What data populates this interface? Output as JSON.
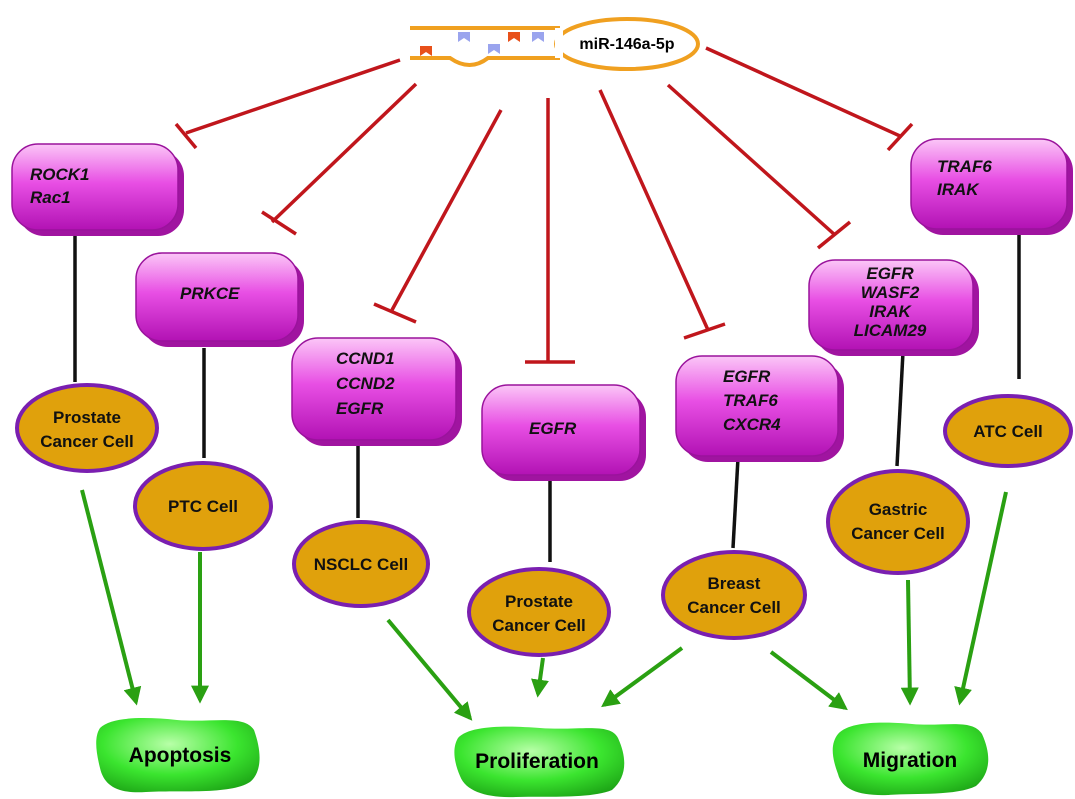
{
  "microrna": {
    "label": "miR-146a-5p"
  },
  "targets": [
    {
      "lines": [
        "ROCK1",
        "Rac1"
      ]
    },
    {
      "lines": [
        "PRKCE"
      ]
    },
    {
      "lines": [
        "CCND1",
        "CCND2",
        "EGFR"
      ]
    },
    {
      "lines": [
        "EGFR"
      ]
    },
    {
      "lines": [
        "EGFR",
        "TRAF6",
        "CXCR4"
      ]
    },
    {
      "lines": [
        "EGFR",
        "WASF2",
        "IRAK",
        "LICAM29"
      ]
    },
    {
      "lines": [
        "TRAF6",
        "IRAK"
      ]
    }
  ],
  "cells": [
    {
      "lines": [
        "Prostate",
        "Cancer Cell"
      ]
    },
    {
      "lines": [
        "PTC Cell"
      ]
    },
    {
      "lines": [
        "NSCLC Cell"
      ]
    },
    {
      "lines": [
        "Prostate",
        "Cancer Cell"
      ]
    },
    {
      "lines": [
        "Breast",
        "Cancer Cell"
      ]
    },
    {
      "lines": [
        "Gastric",
        "Cancer Cell"
      ]
    },
    {
      "lines": [
        "ATC Cell"
      ]
    }
  ],
  "outcomes": [
    {
      "label": "Apoptosis"
    },
    {
      "label": "Proliferation"
    },
    {
      "label": "Migration"
    }
  ],
  "colors": {
    "inhibition": "#c0161c",
    "activation": "#2aa012",
    "target_box": "#e23be0",
    "cell_fill": "#e0a10c",
    "cell_border": "#7a1fb0",
    "outcome_fill": "#35e02c",
    "mirna_hairpin": "#f0a020"
  }
}
